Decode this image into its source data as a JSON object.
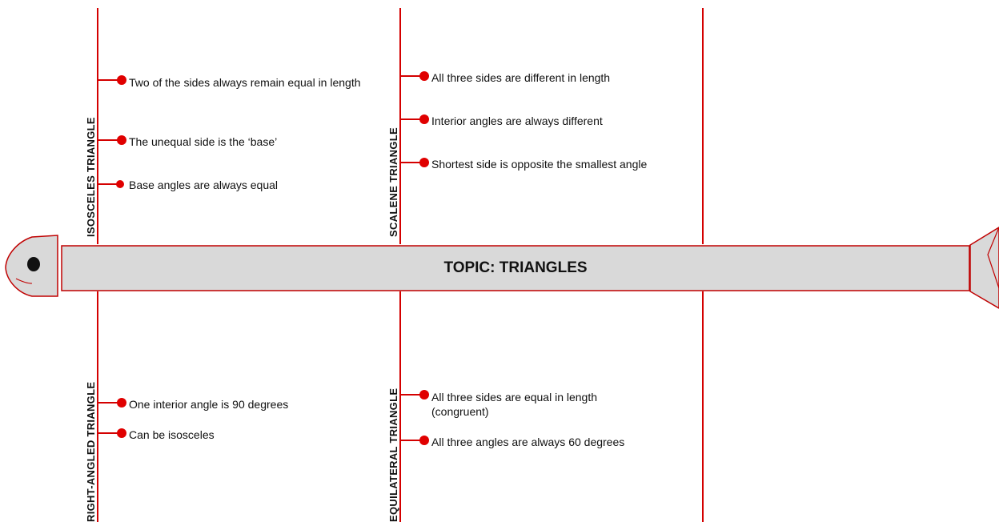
{
  "topic": "TOPIC: TRIANGLES",
  "branches": [
    {
      "label": "ISOSCELES TRIANGLE",
      "items": [
        "Two of the sides always remain equal in length",
        "The unequal side is the ‘base’",
        "Base angles are always equal"
      ]
    },
    {
      "label": "SCALENE TRIANGLE",
      "items": [
        "All three sides are different in length",
        "Interior angles are always different",
        "Shortest side is opposite the smallest angle"
      ]
    },
    {
      "label": "RIGHT-ANGLED TRIANGLE",
      "items": [
        "One interior angle is 90 degrees",
        "Can be isosceles"
      ]
    },
    {
      "label": "EQUILATERAL TRIANGLE",
      "items": [
        "All three sides are equal in length (congruent)",
        "All three angles are always 60 degrees"
      ]
    }
  ],
  "colors": {
    "line": "#d40000",
    "dot": "#e00000",
    "spine_fill": "#d9d9d9",
    "spine_stroke": "#c00000",
    "eye": "#111111"
  }
}
